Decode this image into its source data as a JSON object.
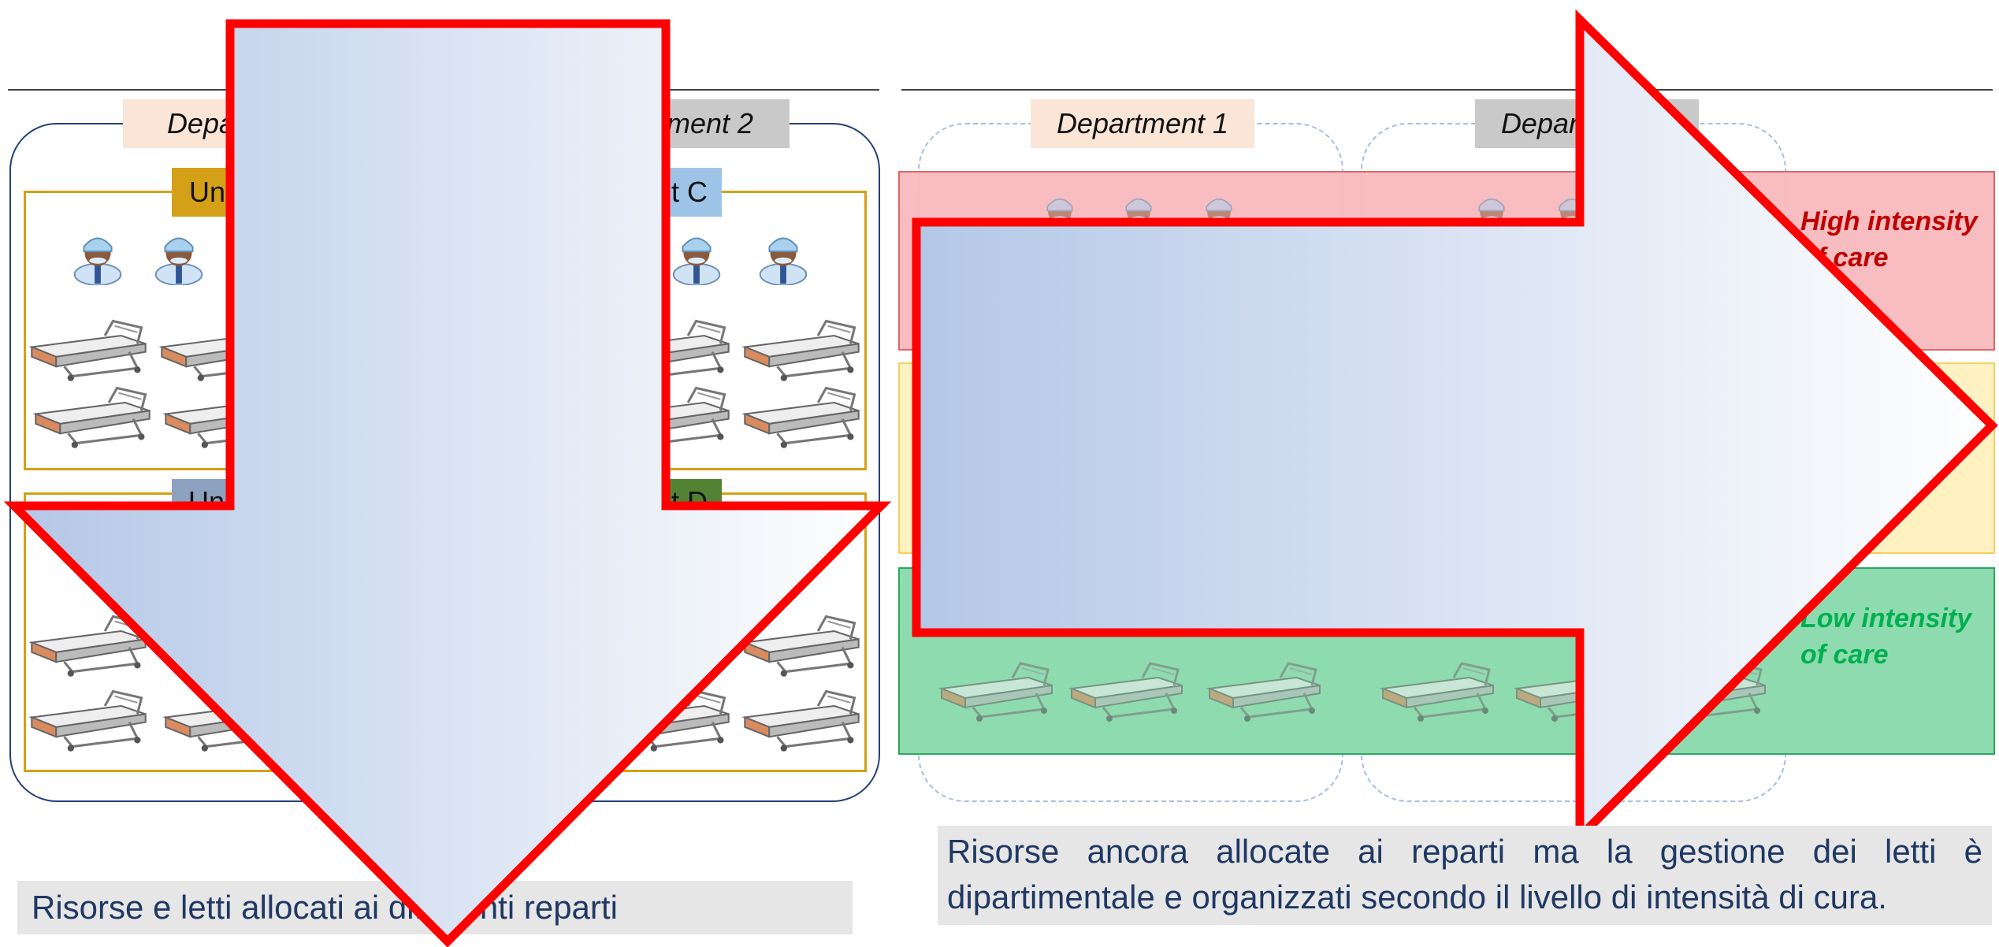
{
  "left_panel": {
    "dept1_label": "Department 1",
    "dept2_label": "Department 2",
    "units": {
      "a": {
        "label": "Unit A",
        "color": "#d4a017"
      },
      "b": {
        "label": "Unit B",
        "color": "#8da1c0"
      },
      "c": {
        "label": "Unit C",
        "color": "#9dc3e6"
      },
      "d": {
        "label": "Unit D",
        "color": "#548235"
      }
    },
    "caption": "Risorse e letti allocati ai differenti reparti"
  },
  "right_panel": {
    "dept1_label": "Department 1",
    "dept2_label": "Department 2",
    "high_label": "High intensity of care",
    "low_label": "Low intensity of care",
    "caption": "Risorse ancora allocate ai reparti ma la gestione dei letti è dipartimentale e organizzati secondo il livello di intensità di cura."
  },
  "colors": {
    "arrow_outline": "#ff0000",
    "arrow_fill_start": "#b4c7e7",
    "arrow_fill_end": "#ffffff",
    "high_band": "#f8b9bd",
    "mid_band": "#fff2c2",
    "low_band": "#8fdbb0",
    "high_text": "#c00000",
    "low_text": "#00b050",
    "dept1_label_bg": "#fbe5d6",
    "dept2_label_bg": "#c9c9c9"
  },
  "icons": [
    "doctor-icon",
    "hospital-bed-icon",
    "arrow-down-icon",
    "arrow-right-icon"
  ]
}
